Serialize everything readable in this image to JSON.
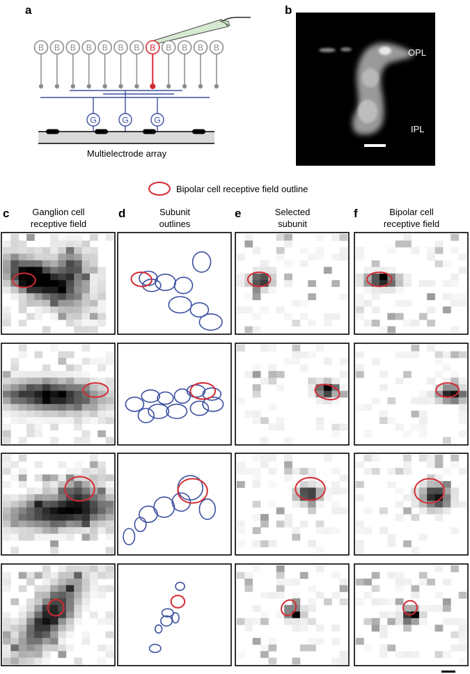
{
  "panels": {
    "a": "a",
    "b": "b",
    "c": "c",
    "d": "d",
    "e": "e",
    "f": "f"
  },
  "schematic": {
    "bipolar_label": "B",
    "ganglion_label": "G",
    "array_label": "Multielectrode array"
  },
  "micrograph": {
    "opl_label": "OPL",
    "ipl_label": "IPL"
  },
  "legend": {
    "label": "Bipolar cell receptive field outline"
  },
  "columns": {
    "c": [
      "Ganglion cell",
      "receptive field"
    ],
    "d": [
      "Subunit",
      "outlines"
    ],
    "e": [
      "Selected",
      "subunit"
    ],
    "f": [
      "Bipolar cell",
      "receptive field"
    ]
  },
  "colors": {
    "bipolar_outline": "#d42a32",
    "subunit_outline": "#3a4fa0",
    "bipolar_cell_gray": "#8c8c8c",
    "array_fill": "#d9d9d9"
  }
}
